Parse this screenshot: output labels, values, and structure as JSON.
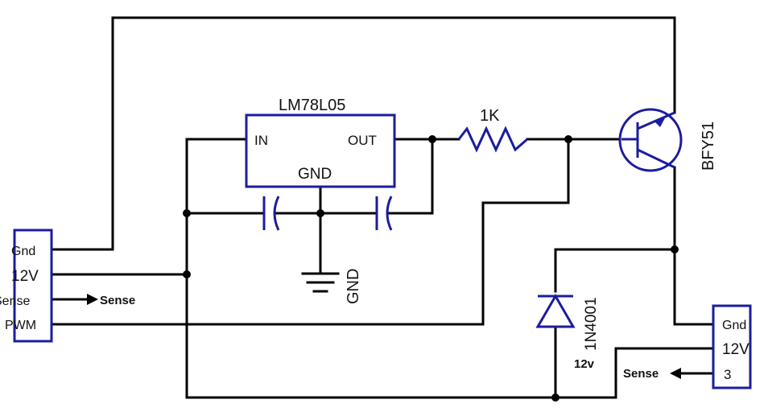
{
  "regulator": {
    "name": "LM78L05",
    "in_label": "IN",
    "out_label": "OUT",
    "gnd_label": "GND"
  },
  "ground_symbol": {
    "label": "GND"
  },
  "resistor": {
    "label": "1K"
  },
  "transistor": {
    "label": "BFY51"
  },
  "diode": {
    "label": "1N4001"
  },
  "left_connector": {
    "pins": [
      "Gnd",
      "12V",
      "PWM"
    ],
    "sense_label": "Sense",
    "sense_arrow_label": "Sense"
  },
  "right_connector": {
    "pins": [
      "Gnd",
      "12V",
      "3"
    ],
    "voltage_label": "12v",
    "sense_arrow_label": "Sense"
  },
  "colors": {
    "wire": "#000000",
    "component": "#1c1c9e",
    "background": "#ffffff"
  }
}
